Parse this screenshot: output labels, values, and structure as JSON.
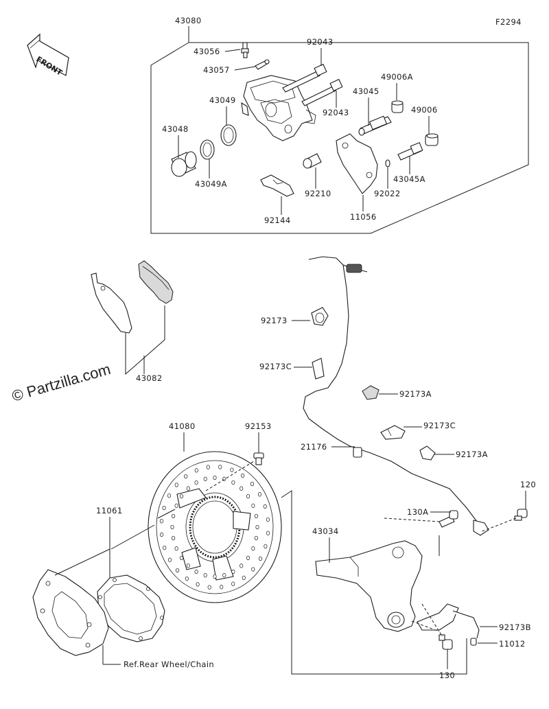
{
  "figure_code": "F2294",
  "watermark": "© Partzilla.com",
  "front_label": "FRONT",
  "ref_note": "Ref.Rear Wheel/Chain",
  "callouts": {
    "p43080": "43080",
    "p43056": "43056",
    "p43057": "43057",
    "p92043a": "92043",
    "p92043b": "92043",
    "p43049": "43049",
    "p43048": "43048",
    "p43049A": "43049A",
    "p43045": "43045",
    "p49006A": "49006A",
    "p49006": "49006",
    "p43045A": "43045A",
    "p92210": "92210",
    "p92022": "92022",
    "p11056": "11056",
    "p92144": "92144",
    "p43082": "43082",
    "p92173": "92173",
    "p92173C_a": "92173C",
    "p92173A_a": "92173A",
    "p92173C_b": "92173C",
    "p92173A_b": "92173A",
    "p21176": "21176",
    "p41080": "41080",
    "p92153": "92153",
    "p11061": "11061",
    "p120": "120",
    "p130A": "130A",
    "p43034": "43034",
    "p92173B": "92173B",
    "p11012": "11012",
    "p130": "130"
  }
}
